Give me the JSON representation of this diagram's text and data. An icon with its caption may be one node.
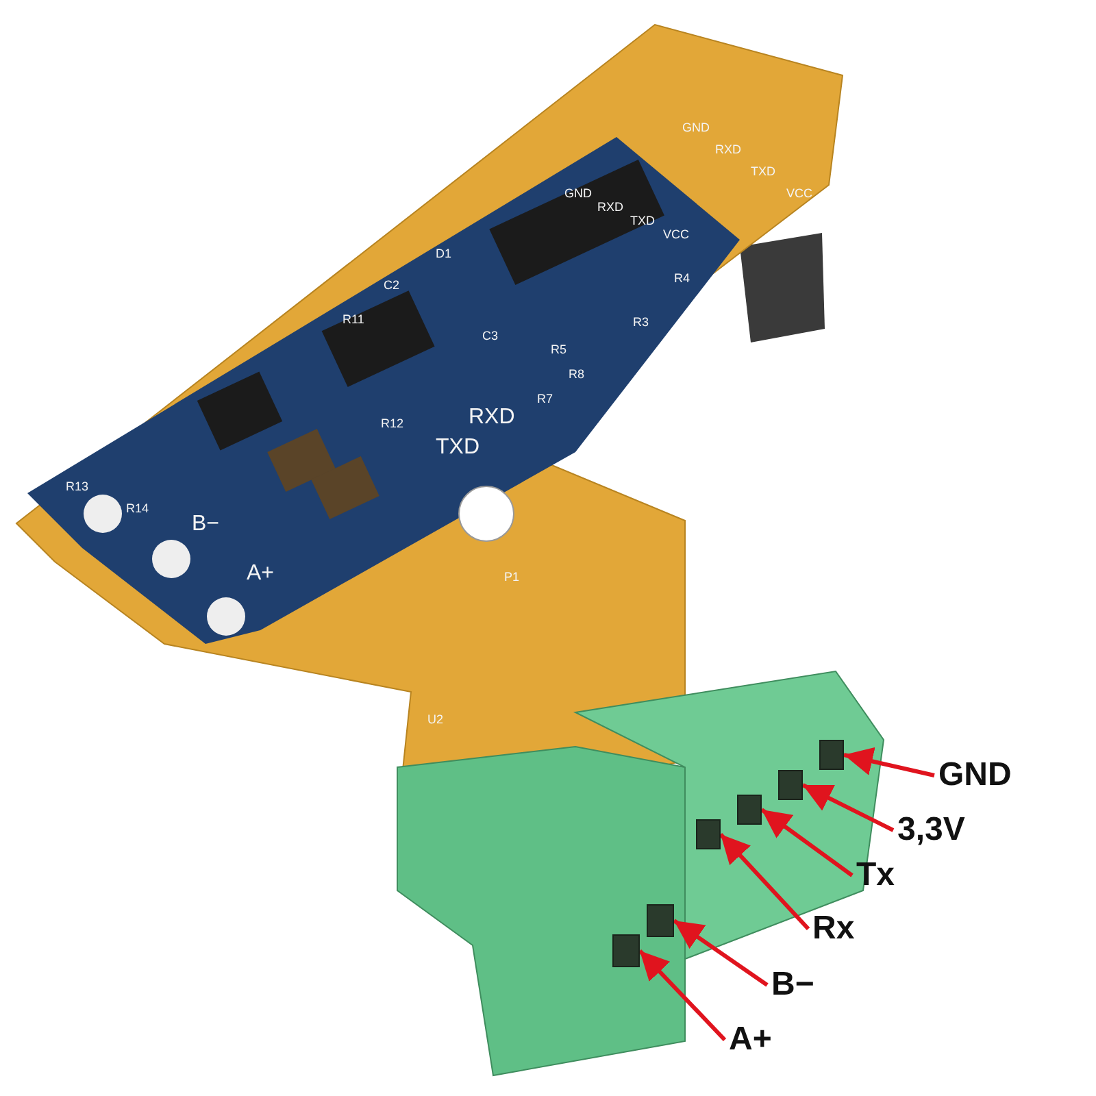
{
  "diagram": {
    "nodes": [
      {
        "text": [
          "GND"
        ]
      },
      {
        "text": [
          "3,3V"
        ]
      },
      {
        "text": [
          "Tx"
        ]
      },
      {
        "text": [
          "Rx"
        ]
      },
      {
        "text": [
          "B−"
        ]
      },
      {
        "text": [
          "A+"
        ]
      },
      {
        "text": [],
        "shape": "box"
      },
      {
        "text": [],
        "shape": "box"
      },
      {
        "text": [],
        "shape": "box"
      },
      {
        "text": [],
        "shape": "box"
      },
      {
        "text": [],
        "shape": "box"
      },
      {
        "text": [],
        "shape": "box"
      }
    ],
    "edges": [
      {
        "from": 0,
        "to": 11,
        "arrow": "to"
      },
      {
        "from": 1,
        "to": 10,
        "arrow": "to"
      },
      {
        "from": 2,
        "to": 9,
        "arrow": "to"
      },
      {
        "from": 3,
        "to": 8,
        "arrow": "to"
      },
      {
        "from": 4,
        "to": 7,
        "arrow": "to"
      },
      {
        "from": 5,
        "to": 6,
        "arrow": "to"
      }
    ],
    "labels": [
      "GND",
      "RXD",
      "TXD",
      "VCC",
      "GND",
      "RXD",
      "TXD",
      "VCC",
      "D1",
      "C2",
      "R11",
      "R4",
      "R3",
      "C3",
      "R5",
      "R8",
      "R7",
      "R12",
      "RXD",
      "TXD",
      "R13",
      "R14",
      "B−",
      "A+",
      "P1",
      "U2"
    ]
  }
}
